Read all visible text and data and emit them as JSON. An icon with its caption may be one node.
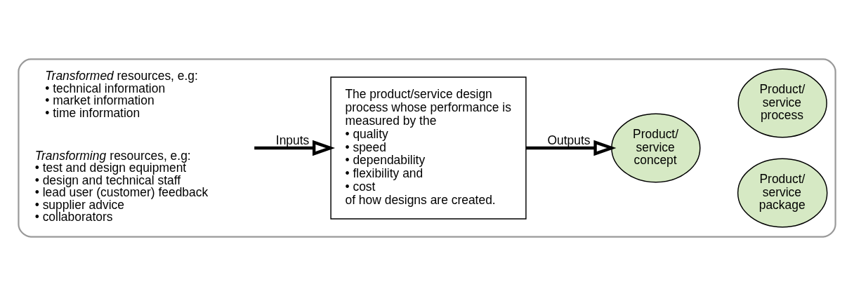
{
  "diagram": {
    "nodes": [
      {
        "text": [],
        "shape": "box"
      },
      {
        "text": [
          "*Transformed* resources, e.g:",
          "• technical information",
          "• market information",
          "• time information"
        ],
        "in": 0
      },
      {
        "text": [
          "*Transforming* resources, e.g:",
          "• test and design equipment",
          "• design and technical staff",
          "• lead user (customer) feedback",
          "• supplier advice",
          "• collaborators"
        ],
        "in": 0
      },
      {
        "text": [
          "The product/service design process whose performance is measured by the",
          "• quality",
          "• speed",
          "• dependability",
          "• flexibility and",
          "• cost",
          "of how designs are created."
        ],
        "in": 0
      },
      {
        "text": [
          "Product/ service concept"
        ],
        "in": 0
      },
      {
        "text": [
          "Product/ service package"
        ],
        "in": 0
      },
      {
        "text": [
          "Product/ service process"
        ],
        "in": 0
      }
    ],
    "edges": [
      {
        "from": null,
        "to": 3,
        "arrow": "to",
        "label": "Inputs"
      },
      {
        "from": 3,
        "to": 4,
        "arrow": "to",
        "label": "Outputs"
      }
    ]
  }
}
